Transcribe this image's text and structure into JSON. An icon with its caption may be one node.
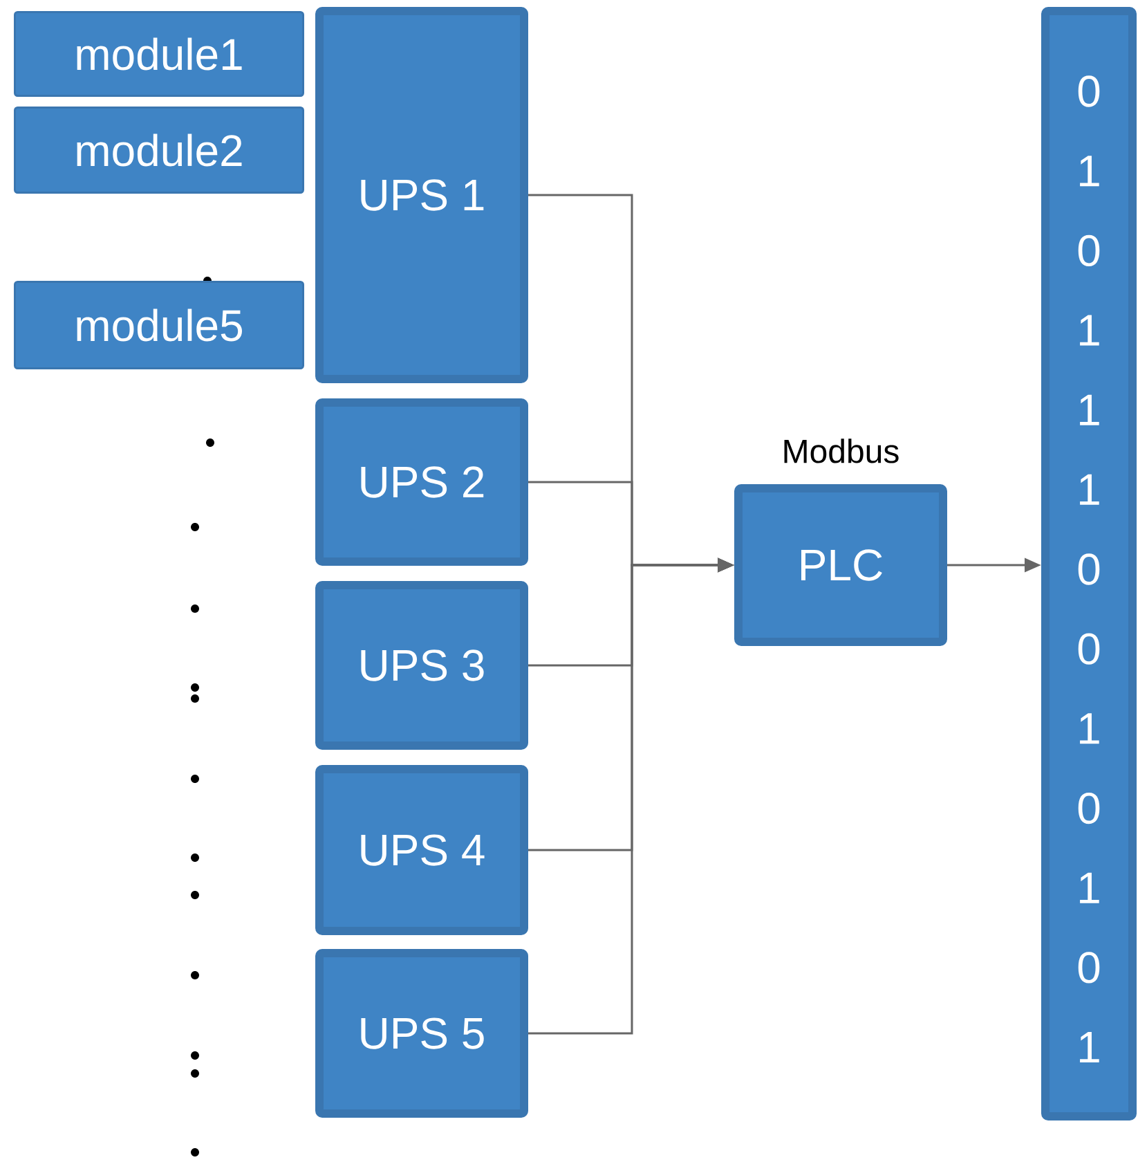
{
  "diagram": {
    "nodes": [
      {
        "text": [
          "module1"
        ]
      },
      {
        "text": [
          "module2"
        ]
      },
      {
        "text": [
          "module5"
        ]
      },
      {
        "text": [
          "UPS 1"
        ]
      },
      {
        "text": [
          "UPS 2"
        ]
      },
      {
        "text": [
          "UPS 3"
        ]
      },
      {
        "text": [
          "UPS 4"
        ]
      },
      {
        "text": [
          "UPS 5"
        ]
      },
      {
        "text": [
          "PLC"
        ],
        "beside": [
          "Modbus"
        ]
      },
      {
        "text": [
          "0",
          "1",
          "0",
          "1",
          "1",
          "1",
          "0",
          "0",
          "1",
          "0",
          "1",
          "0",
          "1"
        ]
      }
    ],
    "edges": [
      {
        "from": 3,
        "to": 8,
        "arrow": "to"
      },
      {
        "from": 4,
        "to": 8,
        "arrow": "to"
      },
      {
        "from": 5,
        "to": 8,
        "arrow": "to"
      },
      {
        "from": 6,
        "to": 8,
        "arrow": "to"
      },
      {
        "from": 7,
        "to": 8,
        "arrow": "to"
      },
      {
        "from": 8,
        "to": 9,
        "arrow": "to"
      }
    ]
  }
}
